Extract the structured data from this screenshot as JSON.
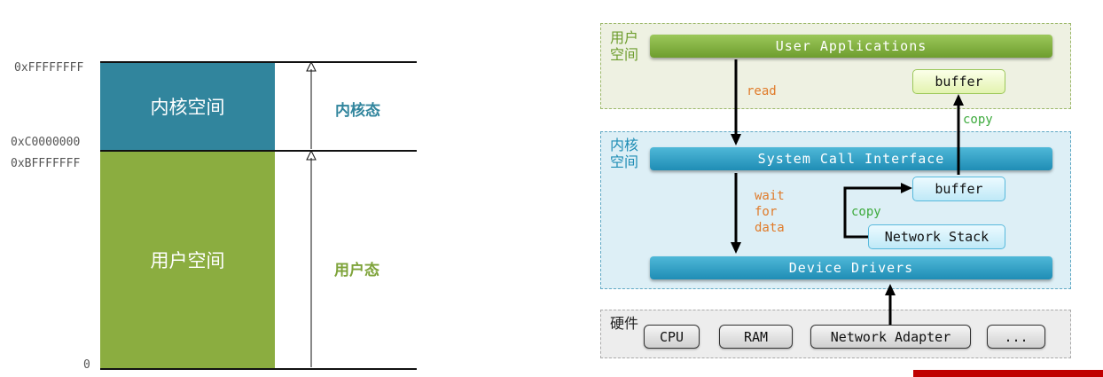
{
  "memory_layout": {
    "addresses": {
      "top": "0xFFFFFFFF",
      "kernel_start": "0xC0000000",
      "user_end": "0xBFFFFFFF",
      "bottom": "0"
    },
    "kernel_space_label": "内核空间",
    "user_space_label": "用户空间",
    "kernel_mode_label": "内核态",
    "user_mode_label": "用户态",
    "colors": {
      "kernel": "#31859d",
      "user": "#8bad40"
    }
  },
  "io_flow": {
    "user_zone_label": "用户\n空间",
    "kernel_zone_label": "内核\n空间",
    "hardware_zone_label": "硬件",
    "user_applications": "User Applications",
    "user_buffer": "buffer",
    "system_call_interface": "System Call Interface",
    "kernel_buffer": "buffer",
    "network_stack": "Network Stack",
    "device_drivers": "Device Drivers",
    "read_label": "read",
    "wait_label": "wait\nfor\ndata",
    "copy_label_top": "copy",
    "copy_label_bottom": "copy",
    "hardware": [
      "CPU",
      "RAM",
      "Network Adapter",
      "..."
    ]
  }
}
